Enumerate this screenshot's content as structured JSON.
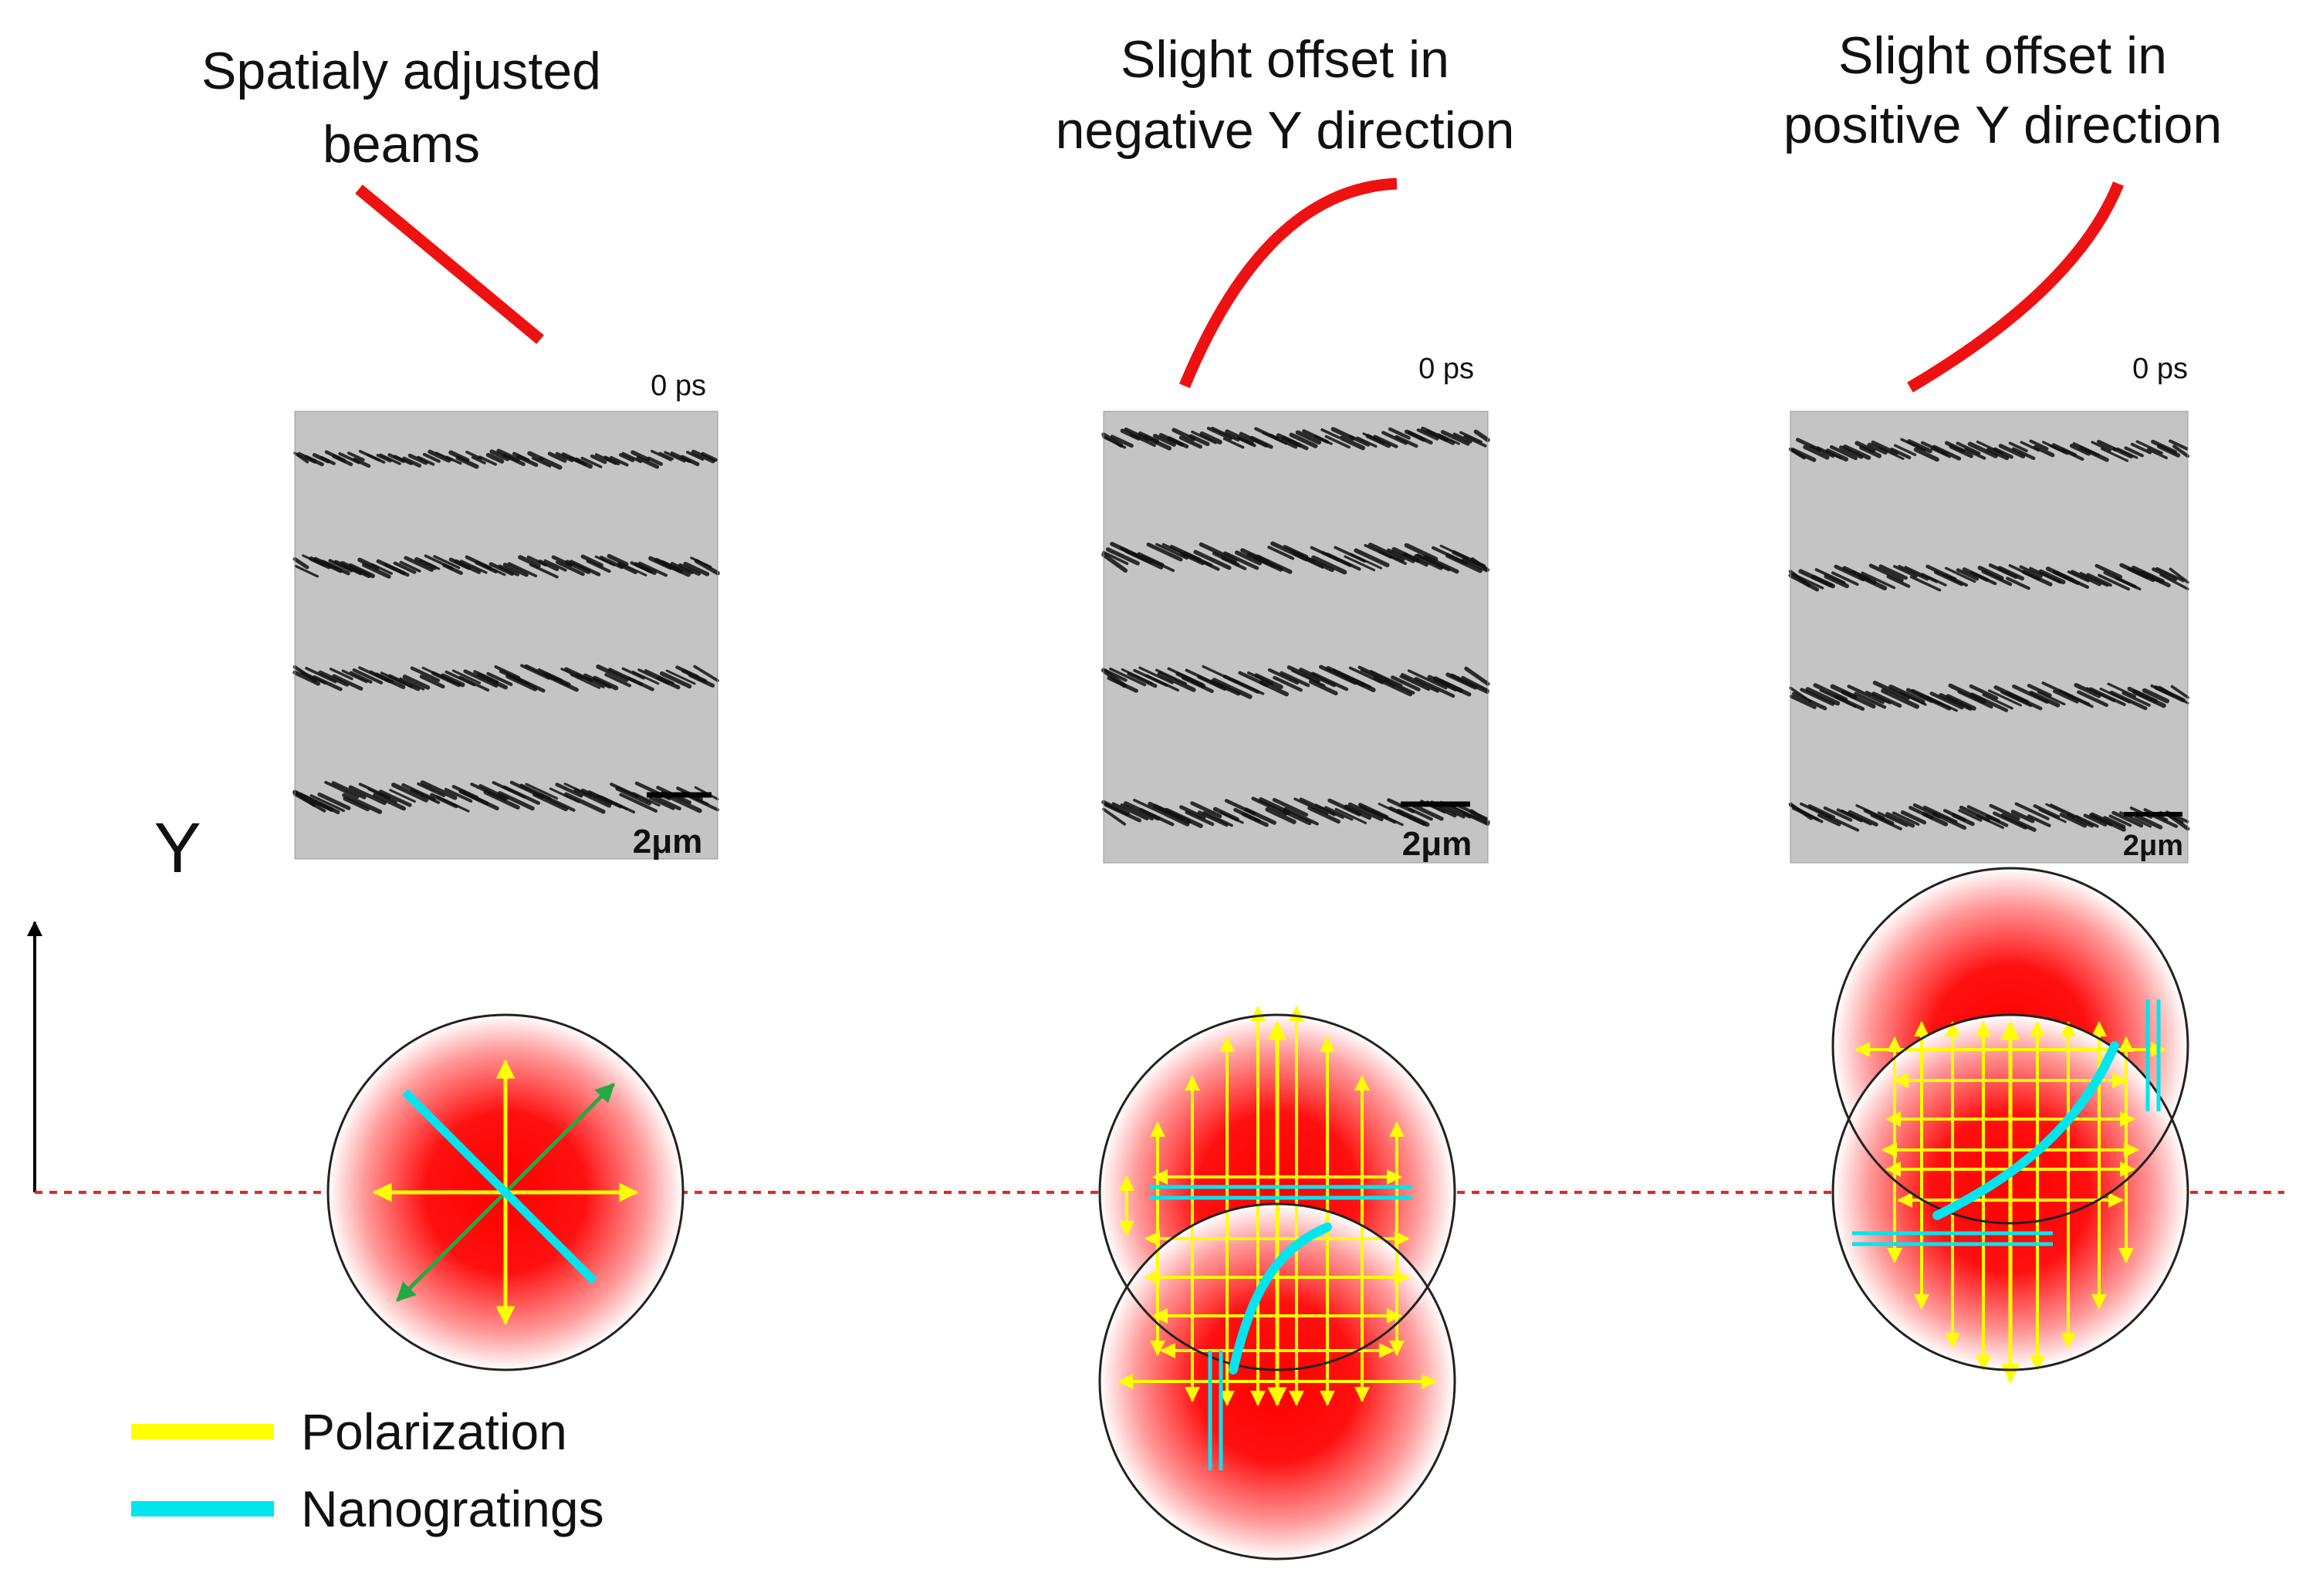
{
  "panels": [
    {
      "caption_lines": [
        "Spatialy adjusted",
        "beams"
      ],
      "time_label": "0 ps",
      "scale_label": "2μm"
    },
    {
      "caption_lines": [
        "Slight offset in",
        "negative Y direction"
      ],
      "time_label": "0 ps",
      "scale_label": "2μm"
    },
    {
      "caption_lines": [
        "Slight offset in",
        "positive Y direction"
      ],
      "time_label": "0 ps",
      "scale_label": "2μm"
    }
  ],
  "axis": {
    "label": "Y"
  },
  "legend": {
    "items": [
      {
        "label": "Polarization",
        "color": "#ffff00"
      },
      {
        "label": "Nanogratings",
        "color": "#00e5ee"
      }
    ]
  },
  "colors": {
    "beam_center": "#ff0000",
    "indicator": "#ee1111",
    "reference_line": "#ee2222",
    "polarization": "#ffff00",
    "nanogratings": "#00e5ee",
    "diagonal_polarization": "#22aa44"
  }
}
